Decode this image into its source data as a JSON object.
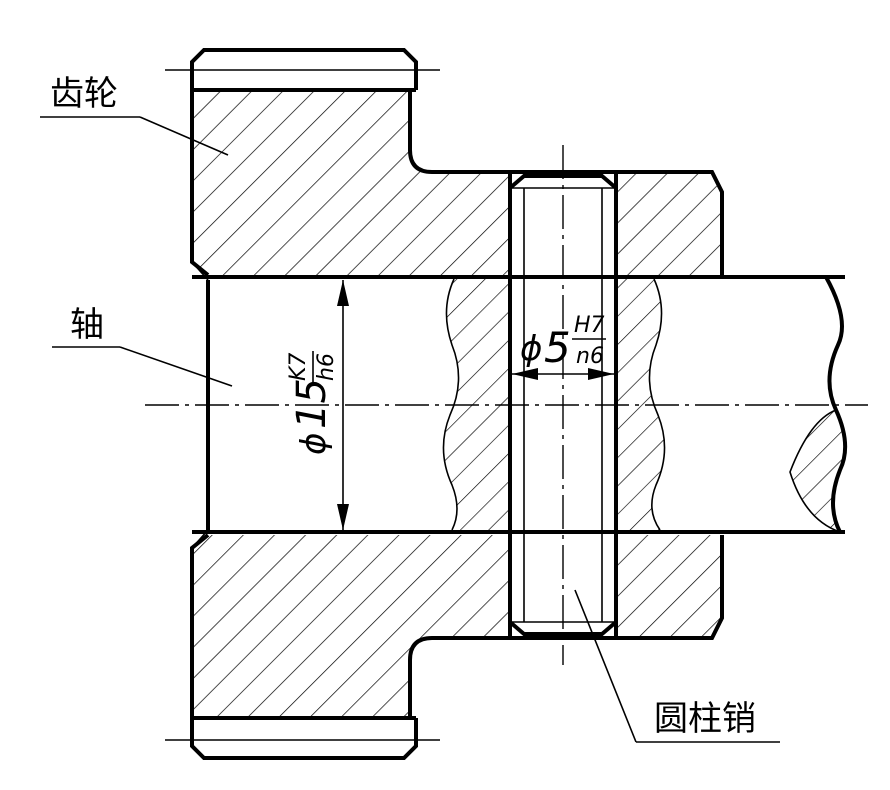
{
  "labels": {
    "gear": "齿轮",
    "shaft": "轴",
    "pin": "圆柱销"
  },
  "dimensions": {
    "shaft_dia_symbol": "ϕ",
    "shaft_dia_value": "15",
    "shaft_fit_upper": "K7",
    "shaft_fit_lower": "h6",
    "pin_dia_symbol": "ϕ",
    "pin_dia_value": "5",
    "pin_fit_upper": "H7",
    "pin_fit_lower": "n6"
  },
  "colors": {
    "line": "#000000",
    "background": "#ffffff"
  }
}
